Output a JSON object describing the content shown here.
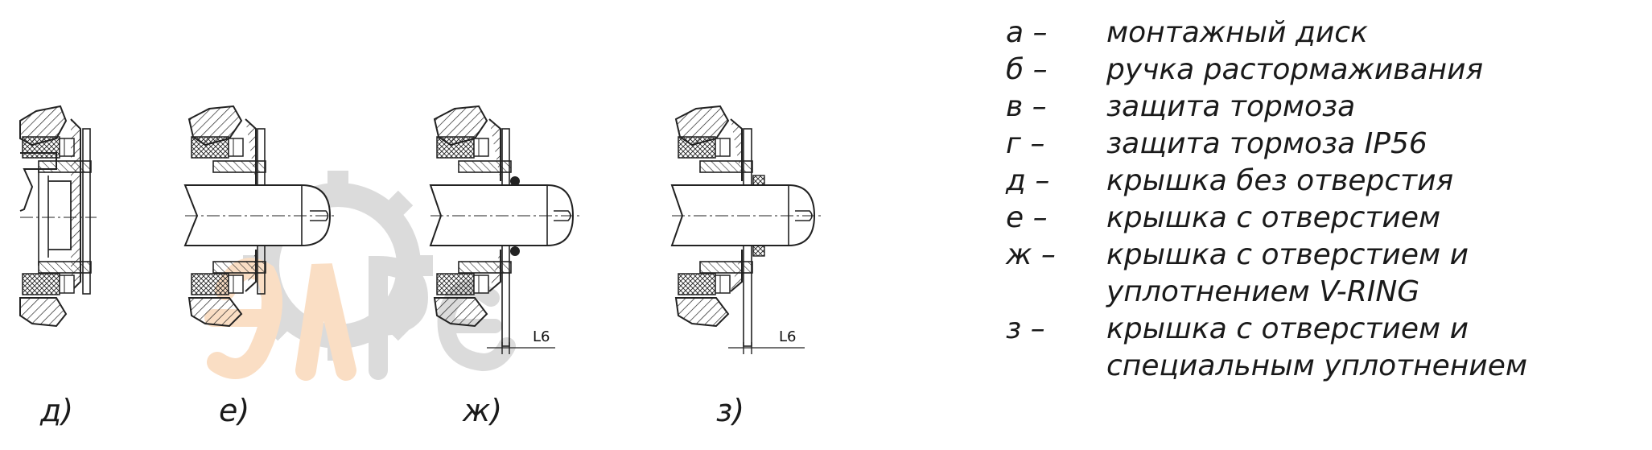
{
  "diagrams": [
    {
      "id": "d",
      "caption": "д)"
    },
    {
      "id": "e",
      "caption": "е)"
    },
    {
      "id": "zh",
      "caption": "ж)",
      "dimension": "L6"
    },
    {
      "id": "z",
      "caption": "з)",
      "dimension": "L6"
    }
  ],
  "legend": [
    {
      "letter": "а –",
      "text": "монтажный диск"
    },
    {
      "letter": "б –",
      "text": "ручка растормаживания"
    },
    {
      "letter": "в –",
      "text": "защита тормоза"
    },
    {
      "letter": "г –",
      "text": "защита тормоза IP56"
    },
    {
      "letter": "д –",
      "text": "крышка без отверстия"
    },
    {
      "letter": "е –",
      "text": "крышка с отверстием"
    },
    {
      "letter": "ж –",
      "text": "крышка с отверстием и уплотнением V-RING"
    },
    {
      "letter": "з –",
      "text": "крышка с отверстием и специальным уплотнением"
    }
  ],
  "watermark": {
    "colors": {
      "orange": "#f2a35a",
      "gray": "#9a9a9a"
    }
  }
}
